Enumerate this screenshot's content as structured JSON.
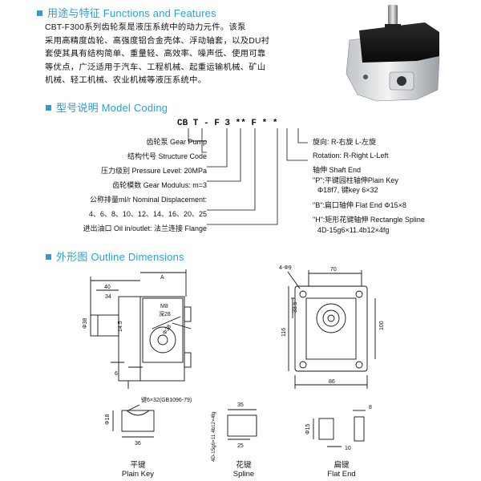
{
  "sections": {
    "features": {
      "title": "用途与特征 Functions and Features"
    },
    "model": {
      "title": "型号说明 Model Coding"
    },
    "outline": {
      "title": "外形图 Outline Dimensions"
    }
  },
  "features": {
    "lines": [
      "CBT-F300系列齿轮泵是液压系统中的动力元件。该泵",
      "采用高精度齿轮、高强度铝合金壳体、浮动轴套，以及DU衬",
      "套使其具有结构简单、重量轻、高效率、噪声低、使用可靠",
      "等优点，广泛适用于汽车、工程机械、起重运输机械、矿山",
      "机械、轻工机械、农业机械等液压系统中。"
    ]
  },
  "model_code": {
    "code": "CB T - F 3 ** F * *",
    "left_labels": [
      "齿轮泵 Gear Pump",
      "结构代号 Structure Code",
      "压力级别 Pressure Level: 20MPa",
      "齿轮模数 Gear Modulus: m=3",
      "公称排量ml/r Nominal Displacement:",
      "4、6、8、10、12、14、16、20、25",
      "进出油口 Oil in/outlet: 法兰连接 Flange"
    ],
    "right_labels": [
      "旋向: R-右旋  L-左旋",
      "Rotation: R-Right  L-Left",
      "轴伸 Shaft End",
      "\"P\":平键园柱轴伸Plain Key",
      "Φ18f7, 键key 6×32",
      "\"B\":扁口轴伸 Flat End Φ15×8",
      "\"H\":矩形花键轴伸 Rectangle Spline",
      "4D-15g6×11.4b12×4fg"
    ]
  },
  "dimensions": {
    "side": {
      "d40": "40",
      "dA": "A",
      "d34": "34",
      "dia38": "Φ38",
      "m8": "M8",
      "deep": "深28",
      "d14_5": "14.5",
      "d6": "6",
      "r15": "Φ38"
    },
    "front": {
      "holes": "4-Φ9",
      "d70": "70",
      "d33_5": "33.5",
      "d116": "116",
      "d100": "100",
      "d86": "86"
    }
  },
  "shaft_views": {
    "plain_key": {
      "note": "键6×32(GB1096-79)",
      "d18": "Φ18",
      "d36": "36",
      "cn": "平键",
      "en": "Plain Key"
    },
    "spline": {
      "d35": "35",
      "d25": "25",
      "vlabel": "4D-15g6×11.4b12×4fg",
      "cn": "花键",
      "en": "Spline"
    },
    "flat_end": {
      "d8": "8",
      "d15": "Φ15",
      "d10": "10",
      "cn": "扁键",
      "en": "Flat End"
    }
  },
  "colors": {
    "accent": "#2a9fd6"
  }
}
